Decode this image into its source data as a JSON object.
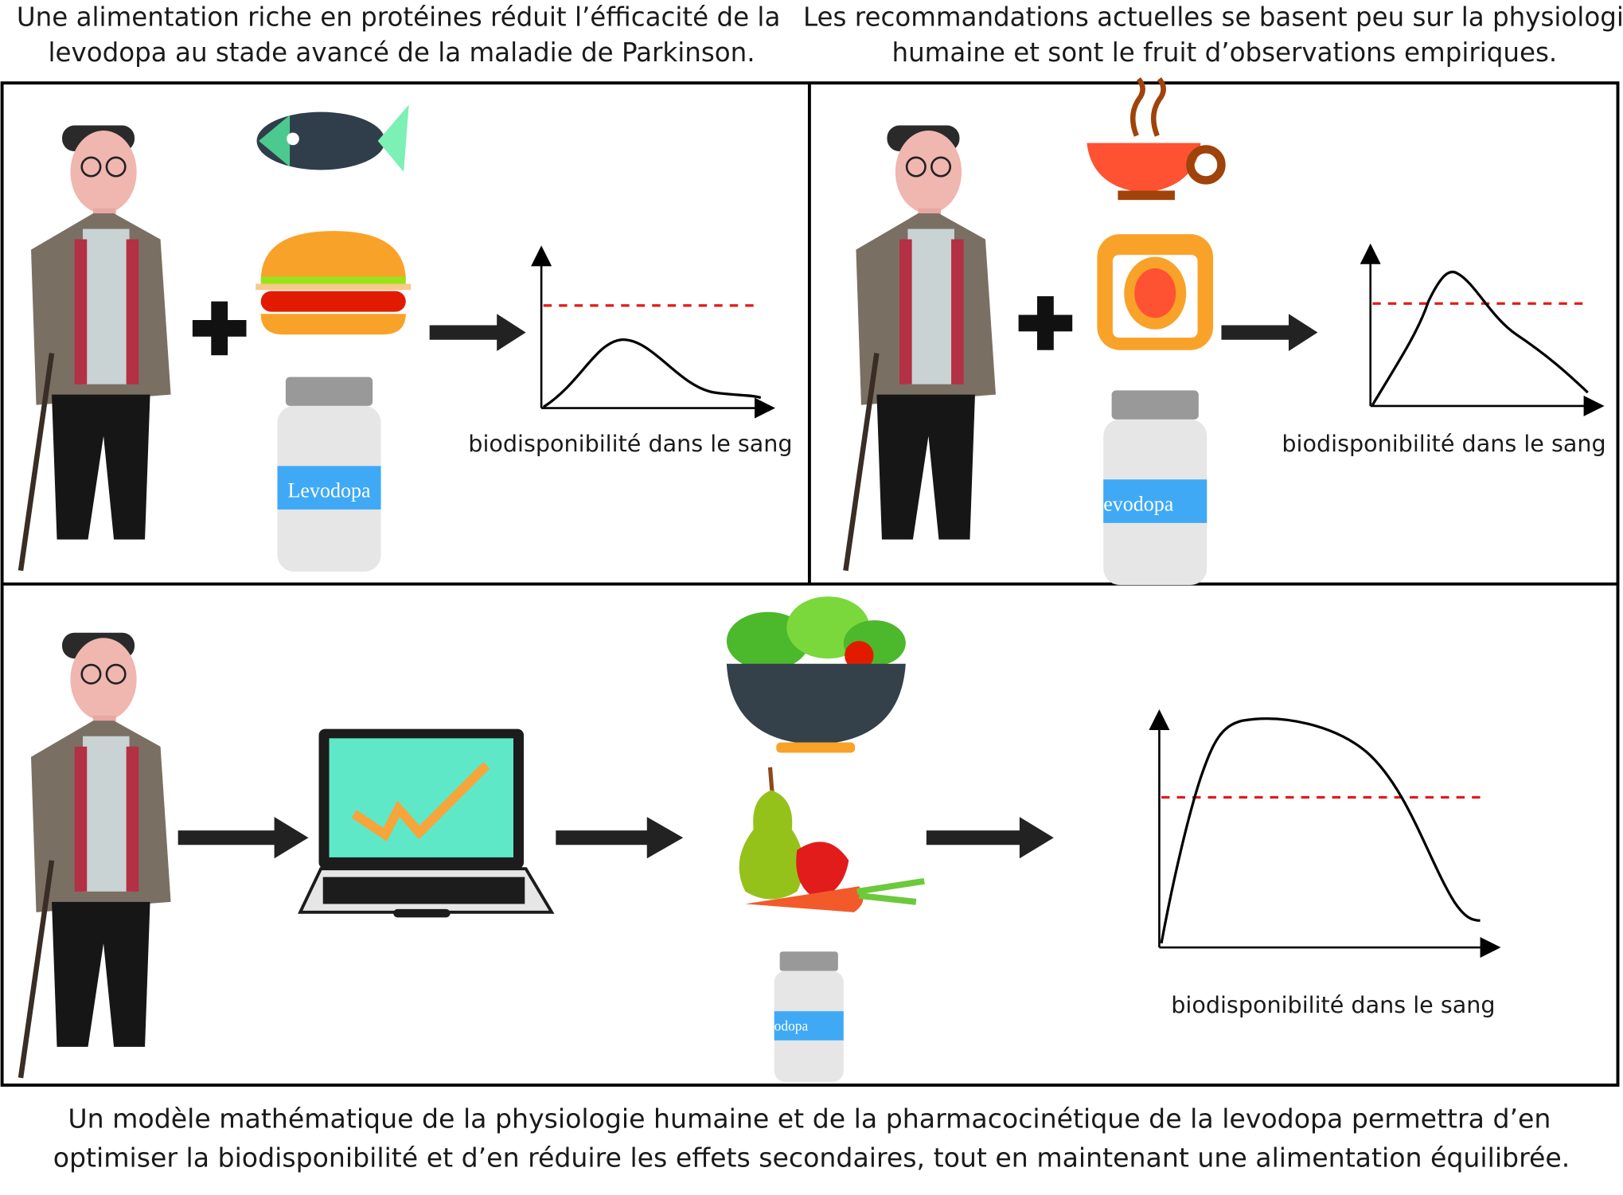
{
  "panels": {
    "top_left": {
      "caption_line1": "Une alimentation riche en protéines réduit l’éfficacité de la",
      "caption_line2": "levodopa au stade avancé de la maladie de Parkinson.",
      "graph_label": "biodisponibilité dans le sang",
      "bottle_label": "Levodopa"
    },
    "top_right": {
      "caption_line1": "Les recommandations actuelles se basent peu sur la physiologie",
      "caption_line2": "humaine et sont le fruit d’observations empiriques.",
      "graph_label": "biodisponibilité dans le sang",
      "bottle_label": "evodopa"
    },
    "bottom": {
      "graph_label": "biodisponibilité dans le sang",
      "bottle_label": "odopa",
      "caption_line1": "Un modèle mathématique de la physiologie humaine et de la pharmacocinétique de la levodopa permettra d’en",
      "caption_line2": "optimiser la biodisponibilité et d’en réduire les effets secondaires, tout en maintenant une alimentation équilibrée."
    }
  },
  "colors": {
    "threshold": "#e21b1b",
    "bottle_label": "#3fa9f5",
    "screen": "#5ee8c8",
    "trend": "#f7a43a"
  }
}
